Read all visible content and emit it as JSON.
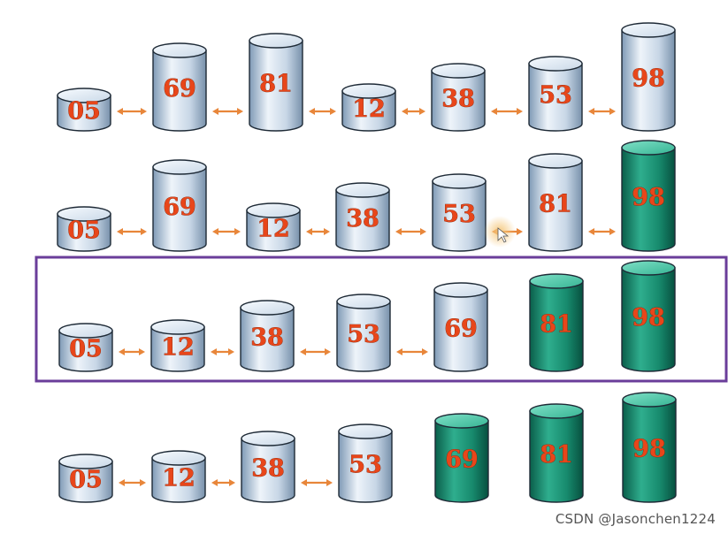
{
  "rows": [
    {
      "highlighted": false,
      "items": [
        {
          "label": "05",
          "sorted": false
        },
        {
          "label": "69",
          "sorted": false
        },
        {
          "label": "81",
          "sorted": false
        },
        {
          "label": "12",
          "sorted": false
        },
        {
          "label": "38",
          "sorted": false
        },
        {
          "label": "53",
          "sorted": false
        },
        {
          "label": "98",
          "sorted": false
        }
      ]
    },
    {
      "highlighted": false,
      "items": [
        {
          "label": "05",
          "sorted": false
        },
        {
          "label": "69",
          "sorted": false
        },
        {
          "label": "12",
          "sorted": false
        },
        {
          "label": "38",
          "sorted": false
        },
        {
          "label": "53",
          "sorted": false
        },
        {
          "label": "81",
          "sorted": false
        },
        {
          "label": "98",
          "sorted": true
        }
      ]
    },
    {
      "highlighted": true,
      "items": [
        {
          "label": "05",
          "sorted": false
        },
        {
          "label": "12",
          "sorted": false
        },
        {
          "label": "38",
          "sorted": false
        },
        {
          "label": "53",
          "sorted": false
        },
        {
          "label": "69",
          "sorted": false
        },
        {
          "label": "81",
          "sorted": true
        },
        {
          "label": "98",
          "sorted": true
        }
      ]
    },
    {
      "highlighted": false,
      "items": [
        {
          "label": "05",
          "sorted": false
        },
        {
          "label": "12",
          "sorted": false
        },
        {
          "label": "38",
          "sorted": false
        },
        {
          "label": "53",
          "sorted": false
        },
        {
          "label": "69",
          "sorted": true
        },
        {
          "label": "81",
          "sorted": true
        },
        {
          "label": "98",
          "sorted": true
        }
      ]
    }
  ],
  "watermark": "CSDN @Jasonchen1224",
  "colors": {
    "unsorted_light": "#e8f0f8",
    "unsorted_dark": "#8aa4bf",
    "sorted_light": "#5fd0b4",
    "sorted_dark": "#0b6e56",
    "arrow": "#e8863a",
    "highlight_border": "#6a3d9a",
    "text": "#e8461a"
  }
}
